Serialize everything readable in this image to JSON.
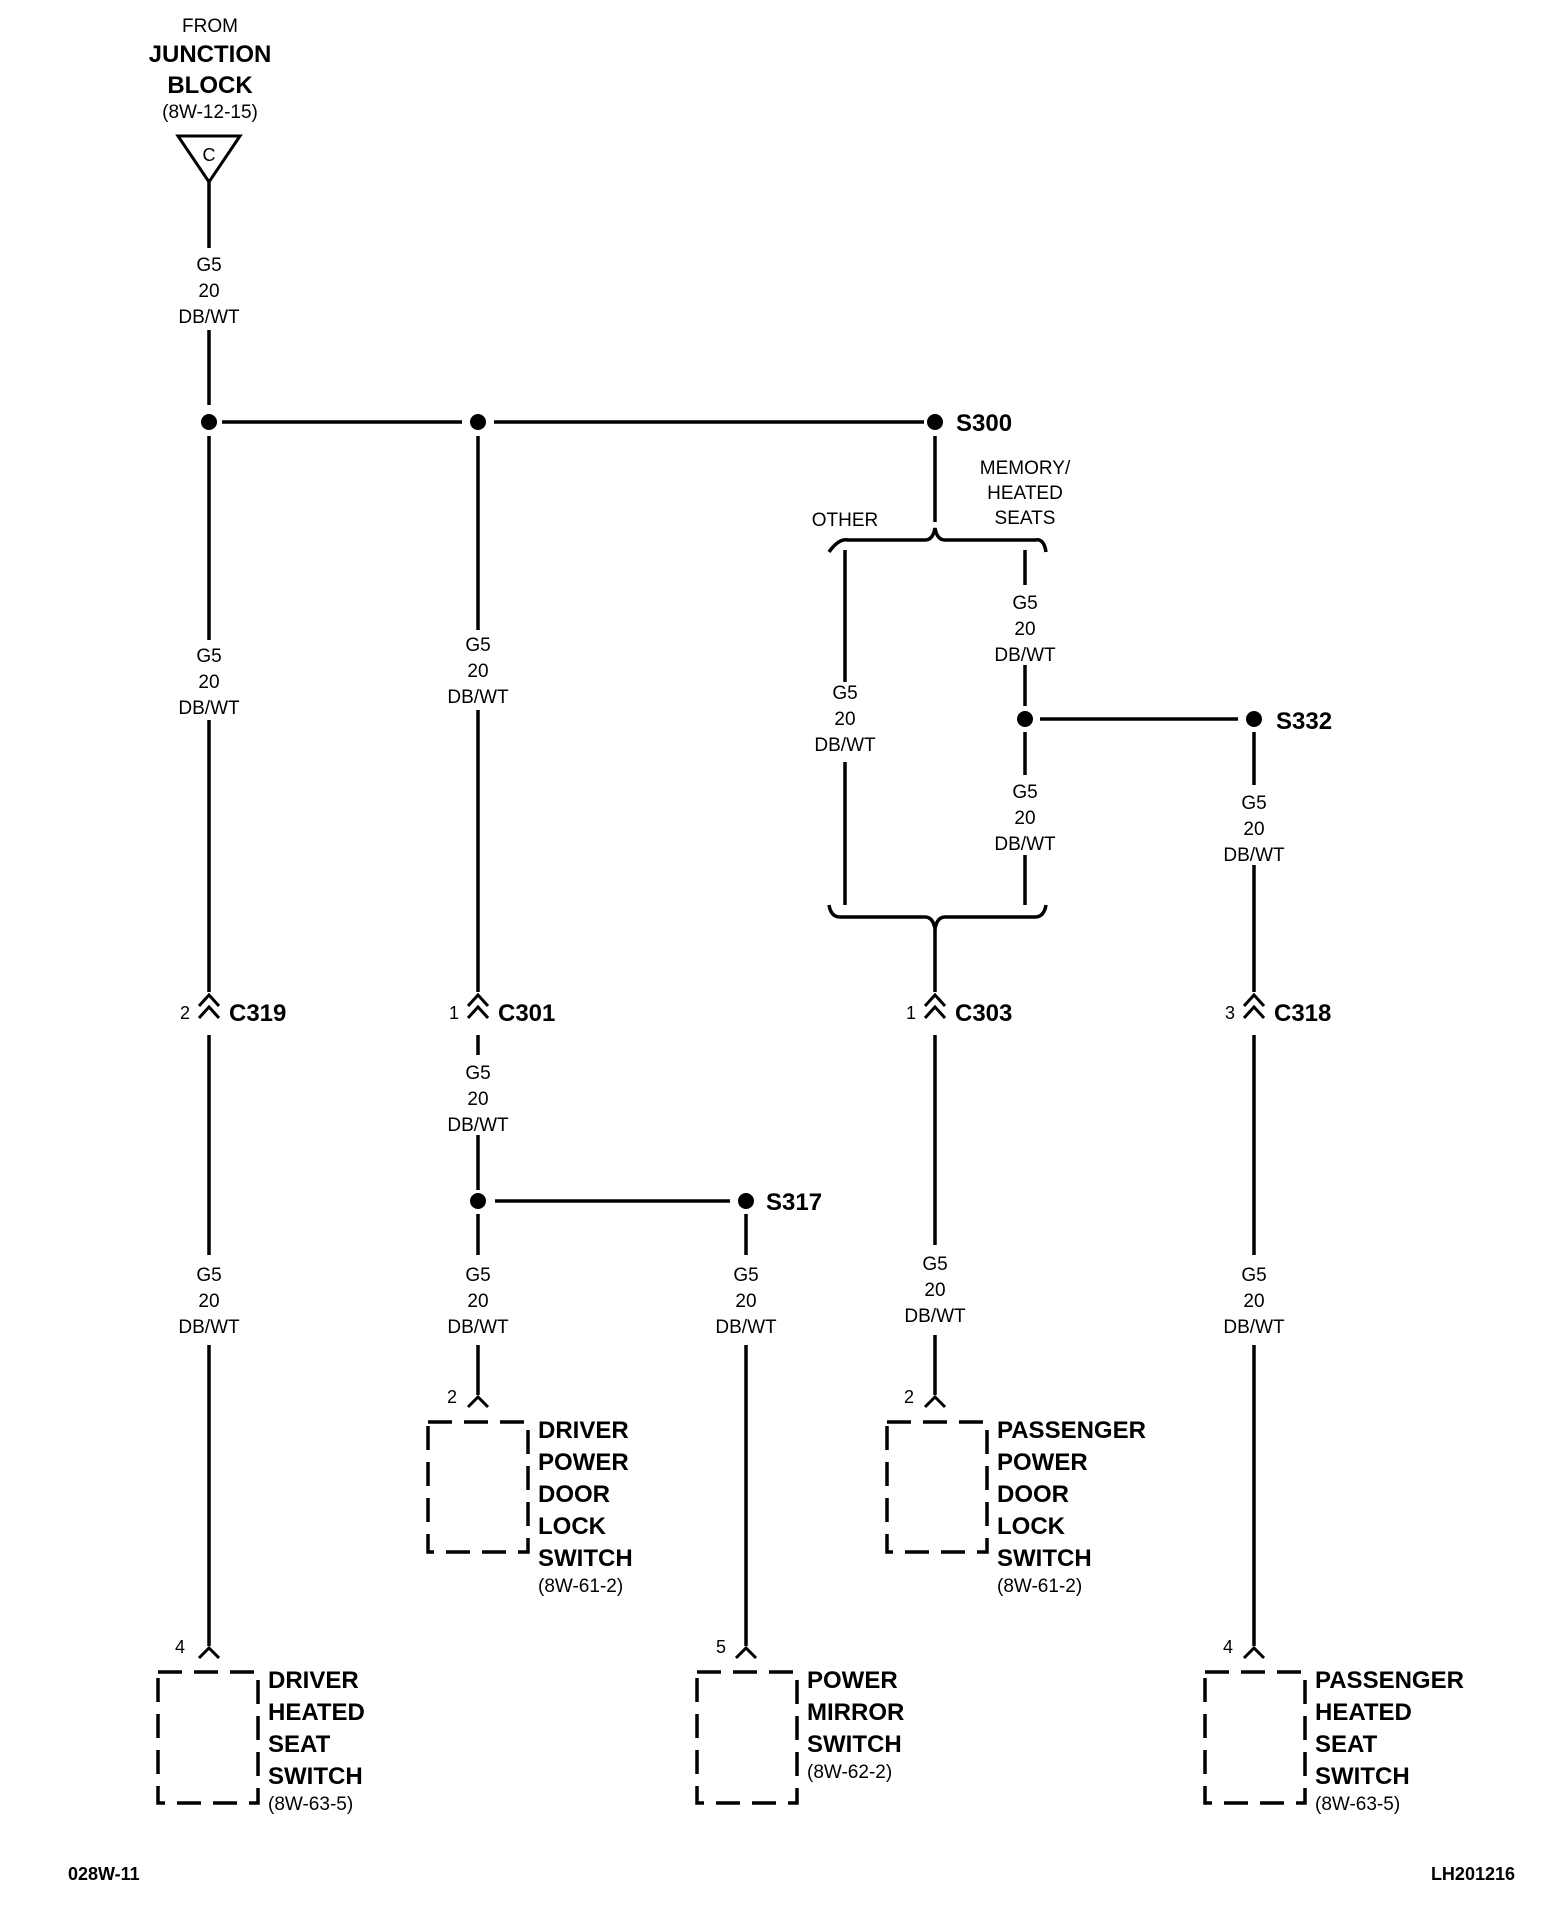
{
  "source": {
    "from": "FROM",
    "line1": "JUNCTION",
    "line2": "BLOCK",
    "ref": "(8W-12-15)",
    "connector": "C"
  },
  "wire": {
    "circuit": "G5",
    "gauge": "20",
    "color": "DB/WT"
  },
  "splices": {
    "s300": "S300",
    "s332": "S332",
    "s317": "S317"
  },
  "branch": {
    "other": "OTHER",
    "memory_1": "MEMORY/",
    "memory_2": "HEATED",
    "memory_3": "SEATS"
  },
  "connectors": {
    "c319": {
      "name": "C319",
      "pin": "2"
    },
    "c301": {
      "name": "C301",
      "pin": "1"
    },
    "c303": {
      "name": "C303",
      "pin": "1"
    },
    "c318": {
      "name": "C318",
      "pin": "3"
    }
  },
  "components": {
    "driver_lock": {
      "pin": "2",
      "lines": [
        "DRIVER",
        "POWER",
        "DOOR",
        "LOCK",
        "SWITCH"
      ],
      "ref": "(8W-61-2)"
    },
    "passenger_lock": {
      "pin": "2",
      "lines": [
        "PASSENGER",
        "POWER",
        "DOOR",
        "LOCK",
        "SWITCH"
      ],
      "ref": "(8W-61-2)"
    },
    "driver_seat": {
      "pin": "4",
      "lines": [
        "DRIVER",
        "HEATED",
        "SEAT",
        "SWITCH"
      ],
      "ref": "(8W-63-5)"
    },
    "mirror": {
      "pin": "5",
      "lines": [
        "POWER",
        "MIRROR",
        "SWITCH"
      ],
      "ref": "(8W-62-2)"
    },
    "passenger_seat": {
      "pin": "4",
      "lines": [
        "PASSENGER",
        "HEATED",
        "SEAT",
        "SWITCH"
      ],
      "ref": "(8W-63-5)"
    }
  },
  "footer": {
    "left": "028W-11",
    "right": "LH201216"
  }
}
